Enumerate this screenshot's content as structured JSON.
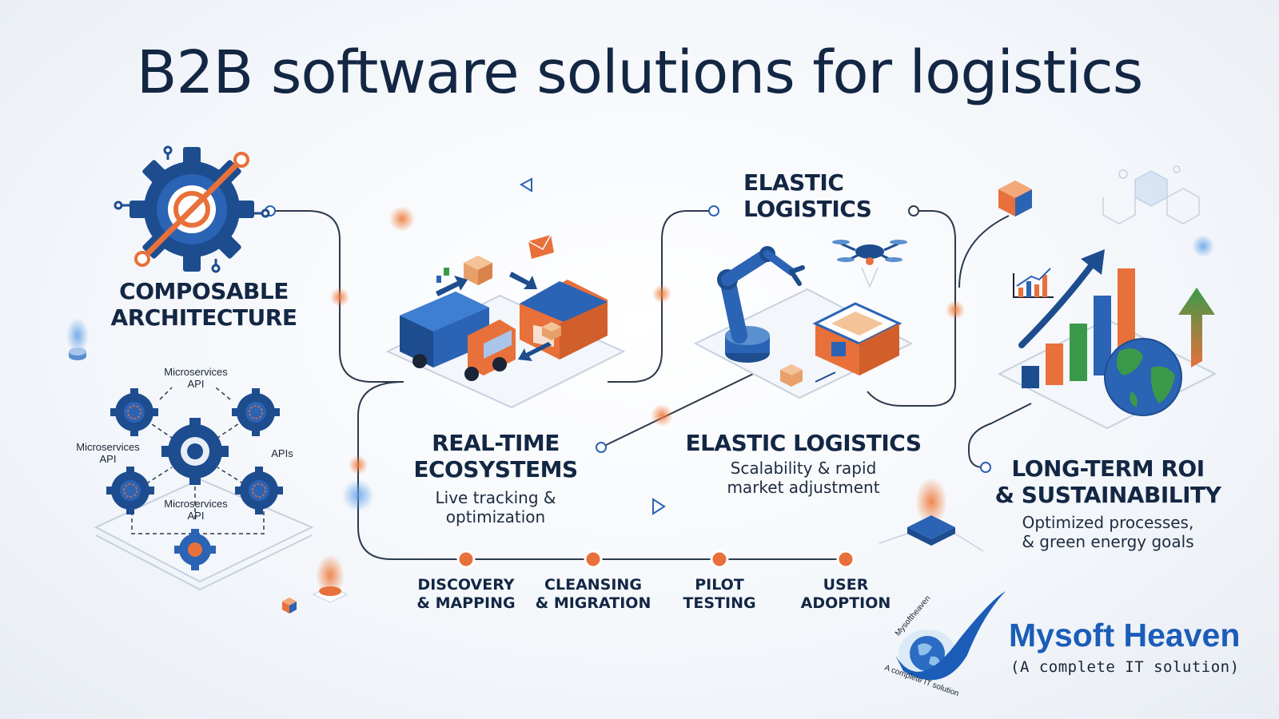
{
  "title": "B2B software solutions for logistics",
  "colors": {
    "navy": "#1d3f73",
    "blue": "#2b63b5",
    "orange": "#e8703a",
    "green": "#3a9a4a",
    "line": "#2c3a4e"
  },
  "sections": {
    "composable": {
      "heading_line1": "COMPOSABLE",
      "heading_line2": "ARCHITECTURE",
      "labels": {
        "top": "Microservices",
        "top_api": "API",
        "left": "Microservices",
        "left_api": "API",
        "right": "APIs",
        "bottom": "Microservices",
        "bottom_api": "API"
      }
    },
    "realtime": {
      "heading_line1": "REAL-TIME",
      "heading_line2": "ECOSYSTEMS",
      "desc_line1": "Live tracking &",
      "desc_line2": "optimization"
    },
    "elastic_top": {
      "heading_line1": "ELASTIC",
      "heading_line2": "LOGISTICS"
    },
    "elastic": {
      "heading": "ELASTIC LOGISTICS",
      "desc_line1": "Scalability & rapid",
      "desc_line2": "market adjustment"
    },
    "roi": {
      "heading_line1": "LONG-TERM ROI",
      "heading_line2": "& SUSTAINABILITY",
      "desc_line1": "Optimized processes,",
      "desc_line2": "& green energy goals"
    }
  },
  "steps": [
    {
      "line1": "DISCOVERY",
      "line2": "& MAPPING"
    },
    {
      "line1": "CLEANSING",
      "line2": "& MIGRATION"
    },
    {
      "line1": "PILOT",
      "line2": "TESTING"
    },
    {
      "line1": "USER",
      "line2": "ADOPTION"
    }
  ],
  "logo": {
    "name": "Mysoft Heaven",
    "tagline": "(A complete IT solution)",
    "seal_top": "Mysoftheaven",
    "seal_bottom": "A complete IT solution"
  }
}
